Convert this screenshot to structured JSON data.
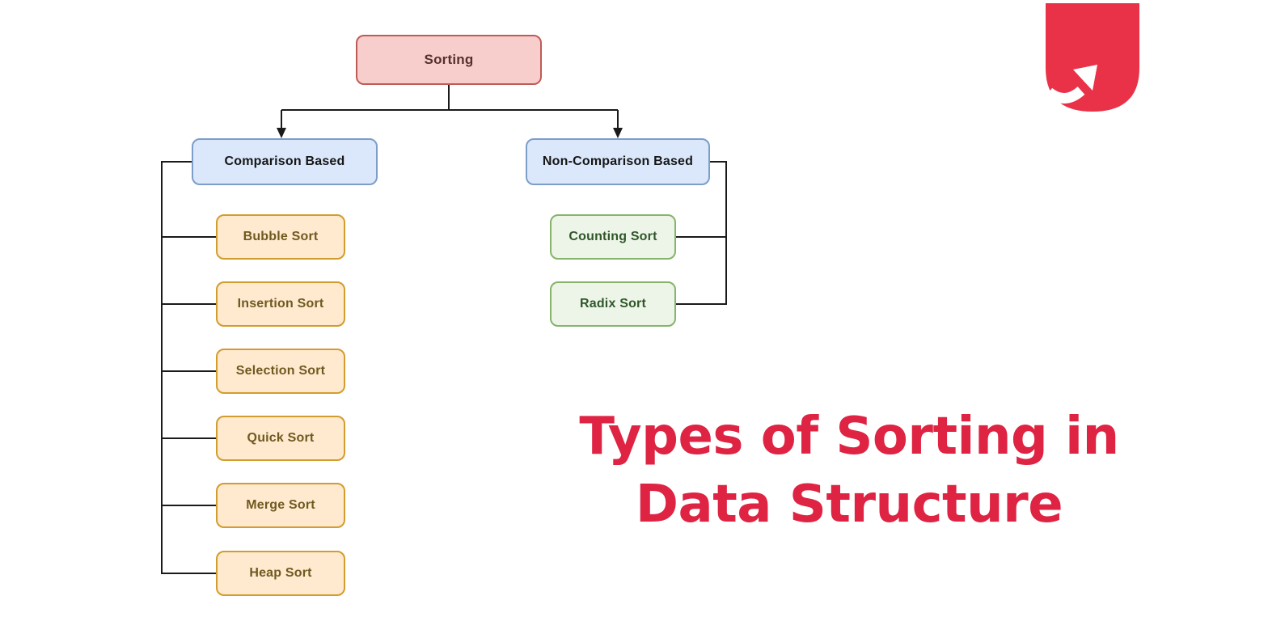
{
  "diagram": {
    "root": {
      "label": "Sorting"
    },
    "branches": [
      {
        "label": "Comparison Based",
        "children": [
          "Bubble Sort",
          "Insertion Sort",
          "Selection Sort",
          "Quick Sort",
          "Merge Sort",
          "Heap Sort"
        ]
      },
      {
        "label": "Non-Comparison Based",
        "children": [
          "Counting Sort",
          "Radix Sort"
        ]
      }
    ]
  },
  "title": {
    "line1": "Types of Sorting in",
    "line2": "Data Structure"
  },
  "logo": {
    "name": "upgrad-shield-logo",
    "icon": "arrow-up-right-icon"
  },
  "colors": {
    "root_fill": "#f8cecc",
    "root_border": "#bf5b57",
    "branch_fill": "#dbe8fb",
    "branch_border": "#7d9ec9",
    "comparison_child_fill": "#ffe9cf",
    "comparison_child_border": "#d39c2e",
    "noncomparison_child_fill": "#edf5e8",
    "noncomparison_child_border": "#85b46a",
    "connector": "#1a1a1a",
    "title_red": "#de2343",
    "logo_red": "#e93248"
  }
}
